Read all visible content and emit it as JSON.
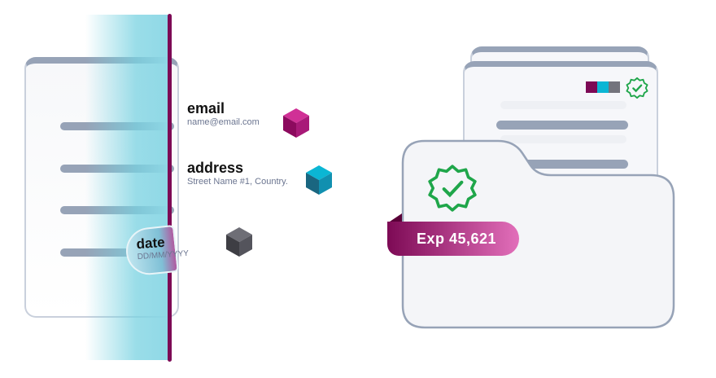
{
  "form": {
    "email": {
      "label": "email",
      "value": "name@email.com"
    },
    "address": {
      "label": "address",
      "value": "Street Name #1, Country."
    },
    "date": {
      "label": "date",
      "value": "DD/MM/YYYY"
    }
  },
  "folder": {
    "badge": "Exp 45,621"
  },
  "colors": {
    "magenta": "#c0268a",
    "cyan": "#0bb6d4",
    "gray": "#5a5a62",
    "check": "#1fa64a",
    "accent": "#7d0a55"
  }
}
